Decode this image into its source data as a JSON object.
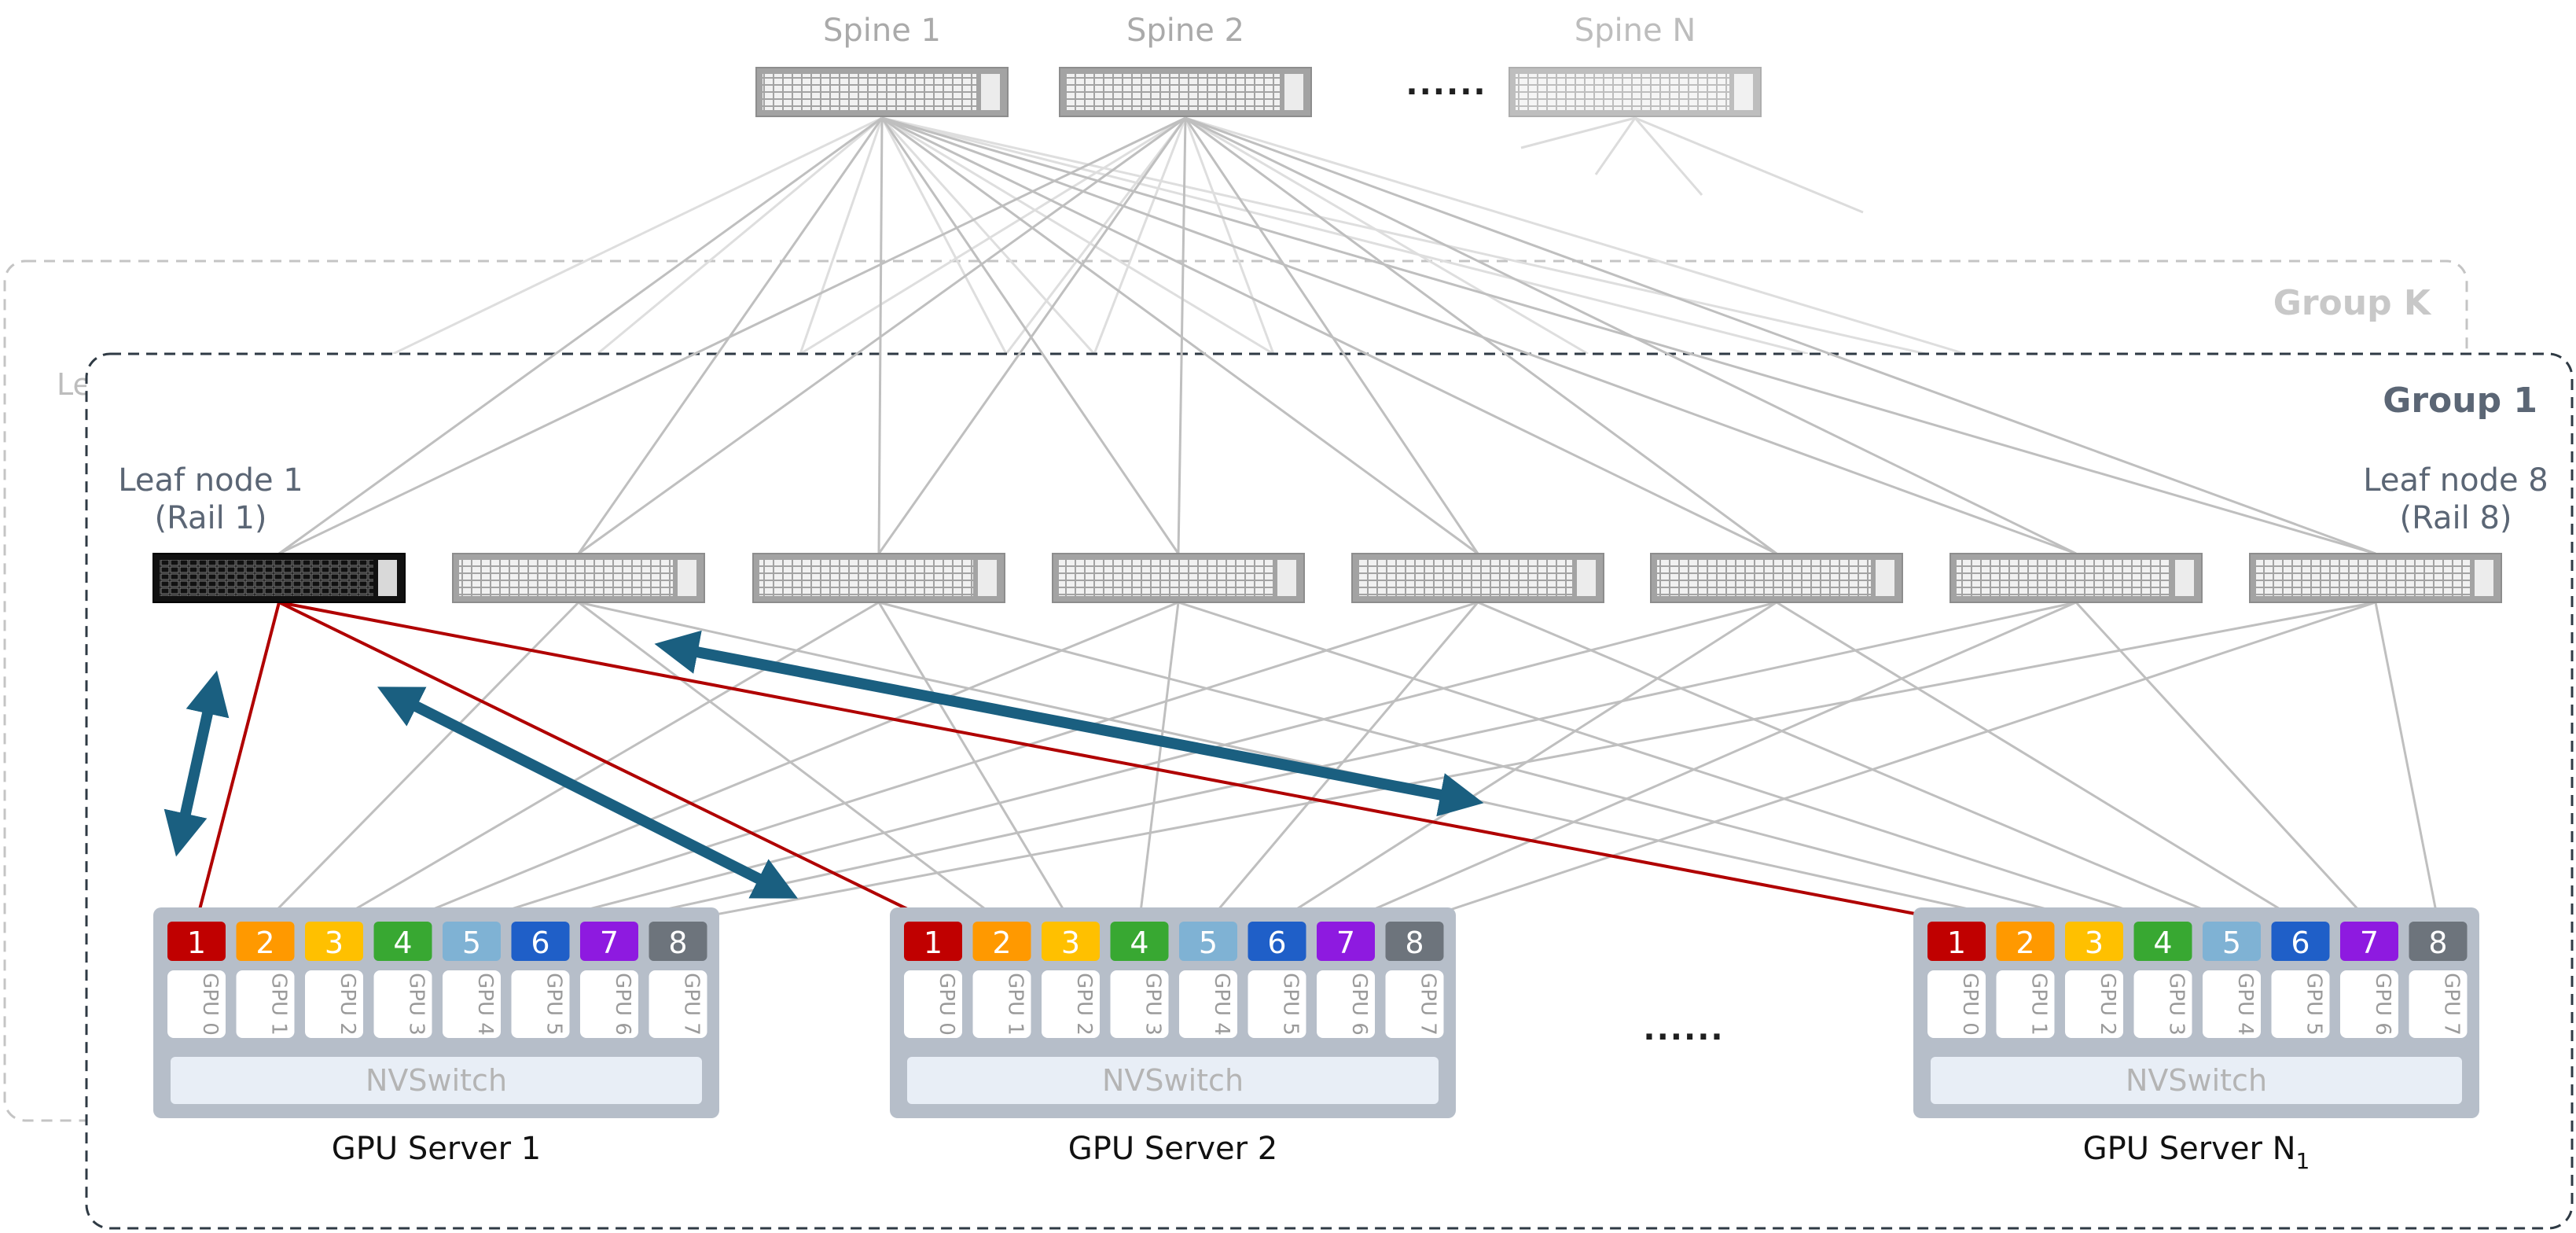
{
  "spines": {
    "labels": [
      "Spine 1",
      "Spine 2",
      "Spine N"
    ],
    "ellipsis": "......"
  },
  "groups": {
    "group_k_label": "Group K",
    "group_k_leaf_partial": "Le",
    "group_1_label": "Group 1"
  },
  "leaves": {
    "first": {
      "line1": "Leaf node 1",
      "line2": "(Rail 1)"
    },
    "last": {
      "line1": "Leaf node 8",
      "line2": "(Rail 8)"
    }
  },
  "servers": [
    {
      "label": "GPU Server 1",
      "subscript": ""
    },
    {
      "label": "GPU Server 2",
      "subscript": ""
    },
    {
      "label": "GPU Server N",
      "subscript": "1"
    }
  ],
  "servers_ellipsis": "......",
  "rail_numbers": [
    "1",
    "2",
    "3",
    "4",
    "5",
    "6",
    "7",
    "8"
  ],
  "rail_colors": [
    "#c00000",
    "#ff9900",
    "#ffc000",
    "#38a832",
    "#7fb2d4",
    "#1f5fc8",
    "#8e1ae0",
    "#6d747c"
  ],
  "gpu_labels": [
    "GPU 0",
    "GPU 1",
    "GPU 2",
    "GPU 3",
    "GPU 4",
    "GPU 5",
    "GPU 6",
    "GPU 7"
  ],
  "nvswitch_label": "NVSwitch",
  "colors": {
    "rail1_link": "#b00000",
    "traffic_arrow": "#1a5f80",
    "link_gray": "#bfbfbf",
    "link_light": "#dedede",
    "group_1_text": "#5b6675",
    "group_k_text": "#c8c8c8"
  }
}
